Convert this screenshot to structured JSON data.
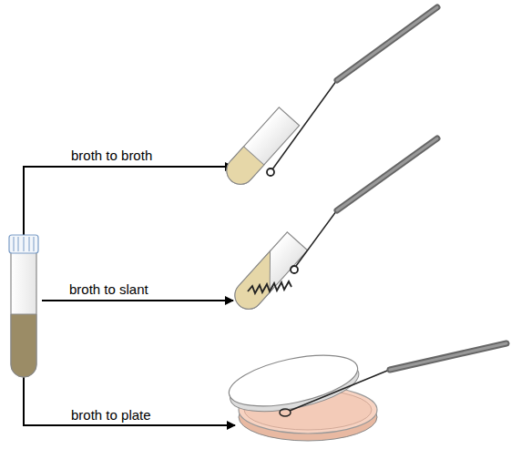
{
  "diagram": {
    "labels": [
      "broth to broth",
      "broth to slant",
      "broth to plate"
    ]
  }
}
